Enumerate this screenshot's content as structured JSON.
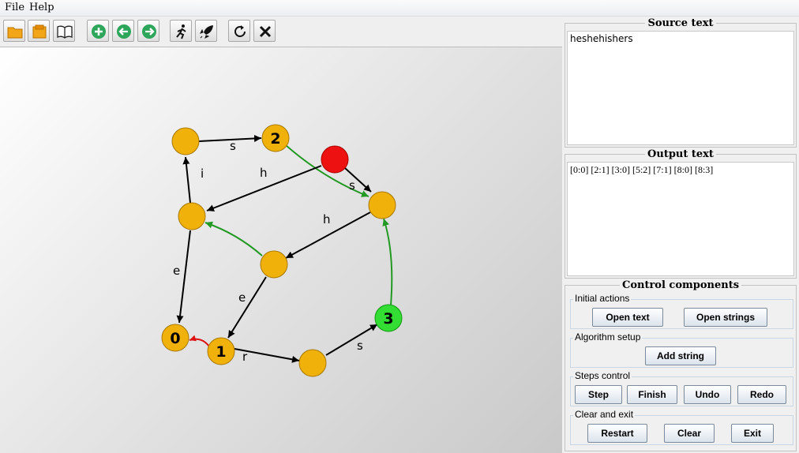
{
  "menu": {
    "file": "File",
    "help": "Help"
  },
  "toolbar": {
    "icons": [
      "open-folder-icon",
      "save-icon",
      "book-icon",
      "add-icon",
      "back-icon",
      "forward-icon",
      "runner-icon",
      "rocket-icon",
      "refresh-icon",
      "close-icon"
    ]
  },
  "graph": {
    "nodes": [
      {
        "id": "n0",
        "label": "0",
        "color": "#f0b20a"
      },
      {
        "id": "n1",
        "label": "1",
        "color": "#f0b20a"
      },
      {
        "id": "n2",
        "label": "2",
        "color": "#f0b20a"
      },
      {
        "id": "n3",
        "label": "3",
        "color": "#33dd33"
      },
      {
        "id": "root",
        "label": "",
        "color": "#ee1111"
      },
      {
        "id": "a",
        "label": "",
        "color": "#f0b20a"
      },
      {
        "id": "b",
        "label": "",
        "color": "#f0b20a"
      },
      {
        "id": "c",
        "label": "",
        "color": "#f0b20a"
      },
      {
        "id": "d",
        "label": "",
        "color": "#f0b20a"
      },
      {
        "id": "e",
        "label": "",
        "color": "#f0b20a"
      }
    ],
    "edge_labels": {
      "s1": "s",
      "i": "i",
      "h1": "h",
      "s2": "s",
      "h2": "h",
      "e1": "e",
      "e2": "e",
      "r": "r",
      "s3": "s"
    }
  },
  "source": {
    "title": "Source text",
    "text": "heshehishers"
  },
  "output": {
    "title": "Output text",
    "text": "[0:0] [2:1] [3:0] [5:2] [7:1] [8:0] [8:3]"
  },
  "control": {
    "title": "Control components",
    "initial": {
      "title": "Initial actions",
      "open_text": "Open text",
      "open_strings": "Open strings"
    },
    "setup": {
      "title": "Algorithm setup",
      "add_string": "Add string"
    },
    "steps": {
      "title": "Steps control",
      "step": "Step",
      "finish": "Finish",
      "undo": "Undo",
      "redo": "Redo"
    },
    "exit": {
      "title": "Clear and exit",
      "restart": "Restart",
      "clear": "Clear",
      "exit": "Exit"
    }
  }
}
